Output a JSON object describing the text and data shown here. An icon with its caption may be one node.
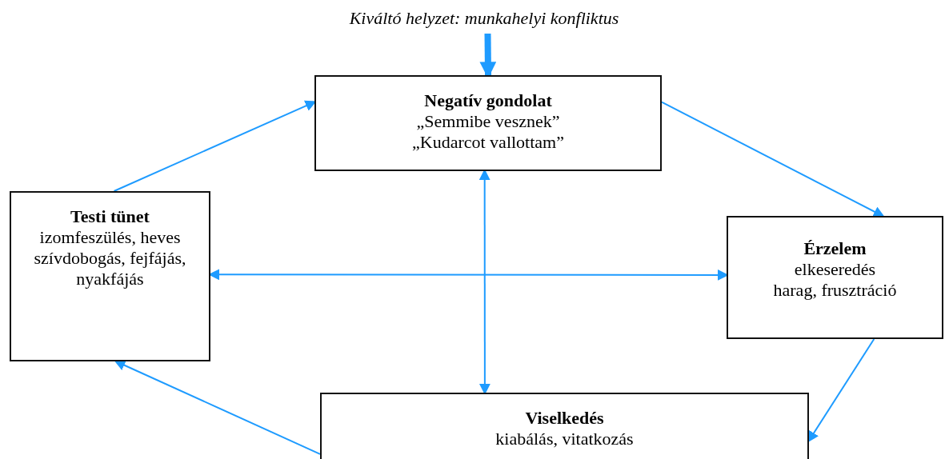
{
  "diagram": {
    "nodes": [
      {
        "text": [
          "Kiváltó helyzet: munkahelyi konfliktus"
        ]
      },
      {
        "text": [
          "Negatív gondolat",
          "„Semmibe vesznek”",
          "„Kudarcot vallottam”"
        ]
      },
      {
        "text": [
          "Testi tünet",
          "izomfeszülés, heves szívdobogás, fejfájás, nyakfájás"
        ]
      },
      {
        "text": [
          "Érzelem",
          "elkeseredés",
          "harag, frusztráció"
        ]
      },
      {
        "text": [
          "Viselkedés",
          "kiabálás, vitatkozás"
        ]
      }
    ],
    "edges": [
      {
        "from": 0,
        "to": 1,
        "arrow": "to",
        "style": "thick"
      },
      {
        "from": 1,
        "to": 3,
        "arrow": "to"
      },
      {
        "from": 3,
        "to": 4,
        "arrow": "to"
      },
      {
        "from": 4,
        "to": 2,
        "arrow": "to"
      },
      {
        "from": 2,
        "to": 1,
        "arrow": "to"
      },
      {
        "from": 1,
        "to": 4,
        "arrow": "both"
      },
      {
        "from": 2,
        "to": 3,
        "arrow": "both"
      }
    ]
  }
}
